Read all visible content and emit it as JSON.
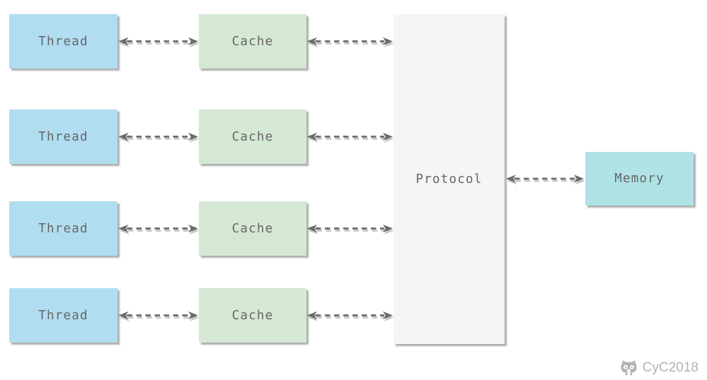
{
  "diagram": {
    "threads": [
      "Thread",
      "Thread",
      "Thread",
      "Thread"
    ],
    "caches": [
      "Cache",
      "Cache",
      "Cache",
      "Cache"
    ],
    "protocol": "Protocol",
    "memory": "Memory"
  },
  "watermark": {
    "text": "CyC2018",
    "icon": "cat-logo-icon"
  },
  "colors": {
    "background": "#ffffff",
    "thread_fill": "#b1ddf0",
    "cache_fill": "#d5e8d4",
    "protocol_fill": "#f5f5f5",
    "memory_fill": "#b0e3e6",
    "label_text": "#666666",
    "arrow": "#6b6b6b",
    "arrow_shadow": "#c6c6c6",
    "watermark_text": "#b3b3b3"
  }
}
